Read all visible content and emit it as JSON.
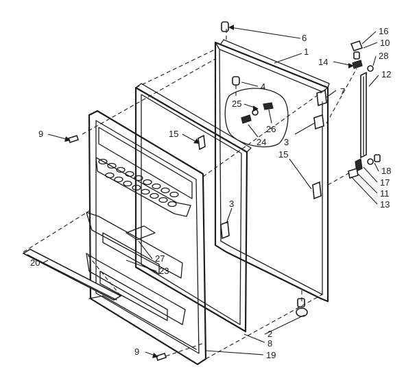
{
  "callouts": [
    {
      "id": "c6",
      "text": "6"
    },
    {
      "id": "c1",
      "text": "1"
    },
    {
      "id": "c16",
      "text": "16"
    },
    {
      "id": "c10",
      "text": "10"
    },
    {
      "id": "c28",
      "text": "28"
    },
    {
      "id": "c14",
      "text": "14"
    },
    {
      "id": "c12",
      "text": "12"
    },
    {
      "id": "c4",
      "text": "4"
    },
    {
      "id": "c7",
      "text": "7"
    },
    {
      "id": "c25",
      "text": "25"
    },
    {
      "id": "c26",
      "text": "26"
    },
    {
      "id": "c24",
      "text": "24"
    },
    {
      "id": "c3a",
      "text": "3"
    },
    {
      "id": "c15a",
      "text": "15"
    },
    {
      "id": "c15b",
      "text": "15"
    },
    {
      "id": "c9a",
      "text": "9"
    },
    {
      "id": "c18",
      "text": "18"
    },
    {
      "id": "c17",
      "text": "17"
    },
    {
      "id": "c11",
      "text": "11"
    },
    {
      "id": "c13",
      "text": "13"
    },
    {
      "id": "c3b",
      "text": "3"
    },
    {
      "id": "c27",
      "text": "27"
    },
    {
      "id": "c23",
      "text": "23"
    },
    {
      "id": "c20",
      "text": "20"
    },
    {
      "id": "c2",
      "text": "2"
    },
    {
      "id": "c8",
      "text": "8"
    },
    {
      "id": "c9b",
      "text": "9"
    },
    {
      "id": "c19",
      "text": "19"
    }
  ]
}
